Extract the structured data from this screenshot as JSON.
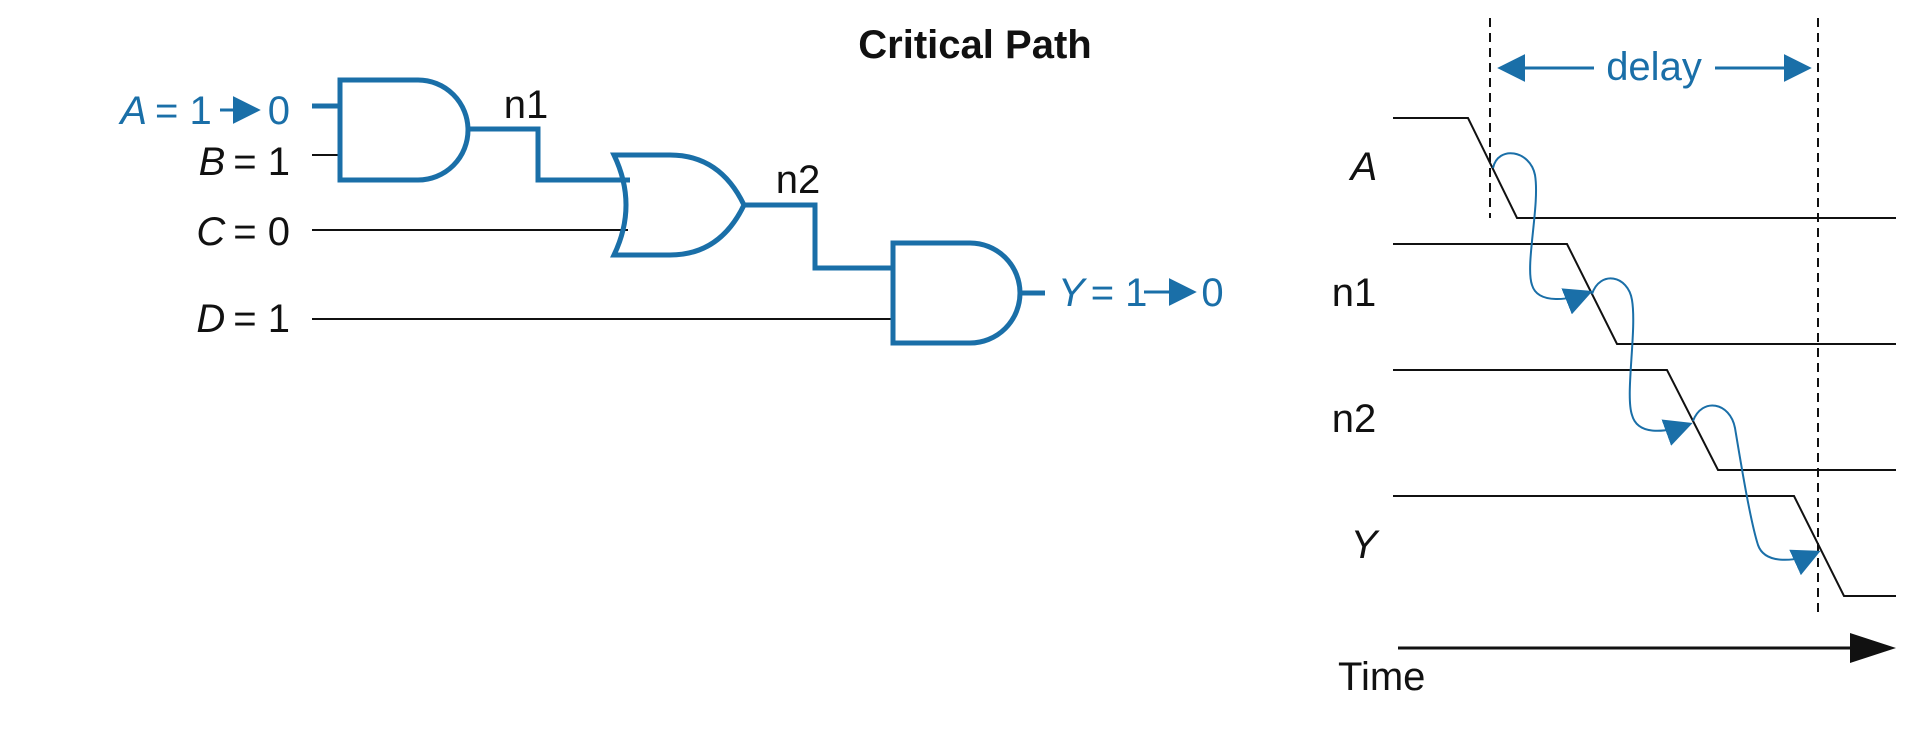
{
  "title": "Critical Path",
  "colors": {
    "accent": "#1a6fa8",
    "ink": "#111111"
  },
  "inputs": {
    "a": {
      "name": "A",
      "value": "= 1",
      "transition": "0"
    },
    "b": {
      "name": "B",
      "value": "= 1"
    },
    "c": {
      "name": "C",
      "value": "= 0"
    },
    "d": {
      "name": "D",
      "value": "= 1"
    }
  },
  "output": {
    "name": "Y",
    "value": "= 1",
    "transition": "0"
  },
  "nets": {
    "n1": "n1",
    "n2": "n2"
  },
  "timing": {
    "delay_label": "delay",
    "signals": [
      "A",
      "n1",
      "n2",
      "Y"
    ],
    "time_label": "Time"
  },
  "gates": [
    {
      "type": "AND",
      "label": ""
    },
    {
      "type": "OR",
      "label": ""
    },
    {
      "type": "AND",
      "label": ""
    }
  ]
}
